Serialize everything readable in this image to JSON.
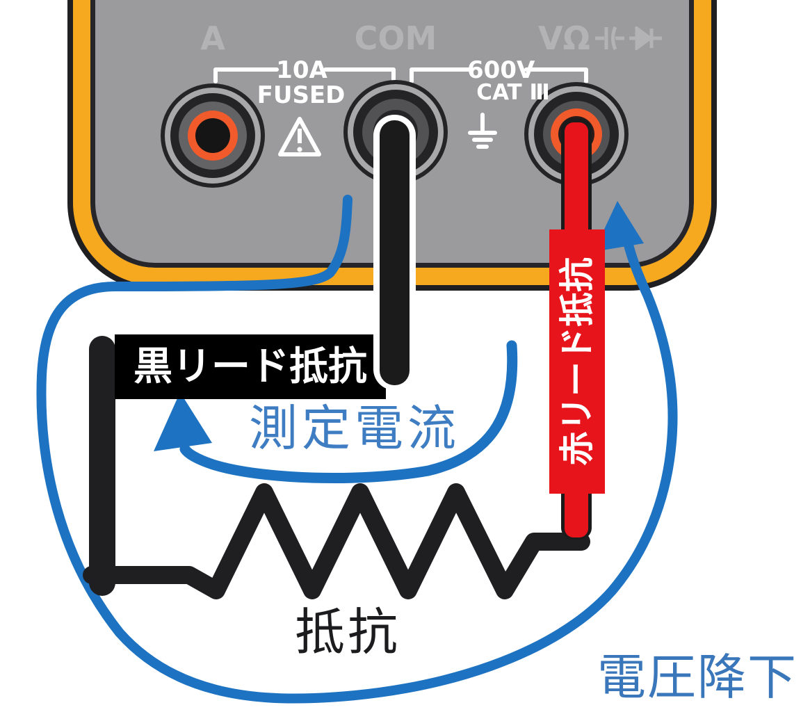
{
  "panel": {
    "jack_a_label": "A",
    "jack_com_label": "COM",
    "jack_v_label": "VΩ",
    "range_10a": "10A",
    "fused": "FUSED",
    "range_600v": "600V",
    "cat_rating": "CAT Ⅲ"
  },
  "annotations": {
    "black_lead_label": "黒リード抵抗",
    "red_lead_label": "赤リード抵抗",
    "measured_current_label": "測定電流",
    "resistor_label": "抵抗",
    "voltage_drop_label": "電圧降下"
  },
  "icons": {
    "capacitor": "capacitor-icon",
    "diode": "diode-icon",
    "warning": "warning-icon",
    "ground": "ground-icon",
    "loop_arrow": "voltage-loop-arrow",
    "current_arrow": "measured-current-arrow"
  },
  "colors": {
    "meter_body_gray": "#9b9b9d",
    "meter_holster_yellow": "#f6a81e",
    "meter_outline_black": "#1f1f22",
    "panel_label_gray": "#b3b3b5",
    "panel_text_white": "#ffffff",
    "jack_orange": "#f15b2b",
    "lead_red": "#e8141c",
    "lead_black": "#1b1b1b",
    "annotation_blue": "#1d73c2",
    "annotation_text_blue": "#3a79c0",
    "black_label_bg": "#000000",
    "red_label_bg": "#e8141c"
  }
}
